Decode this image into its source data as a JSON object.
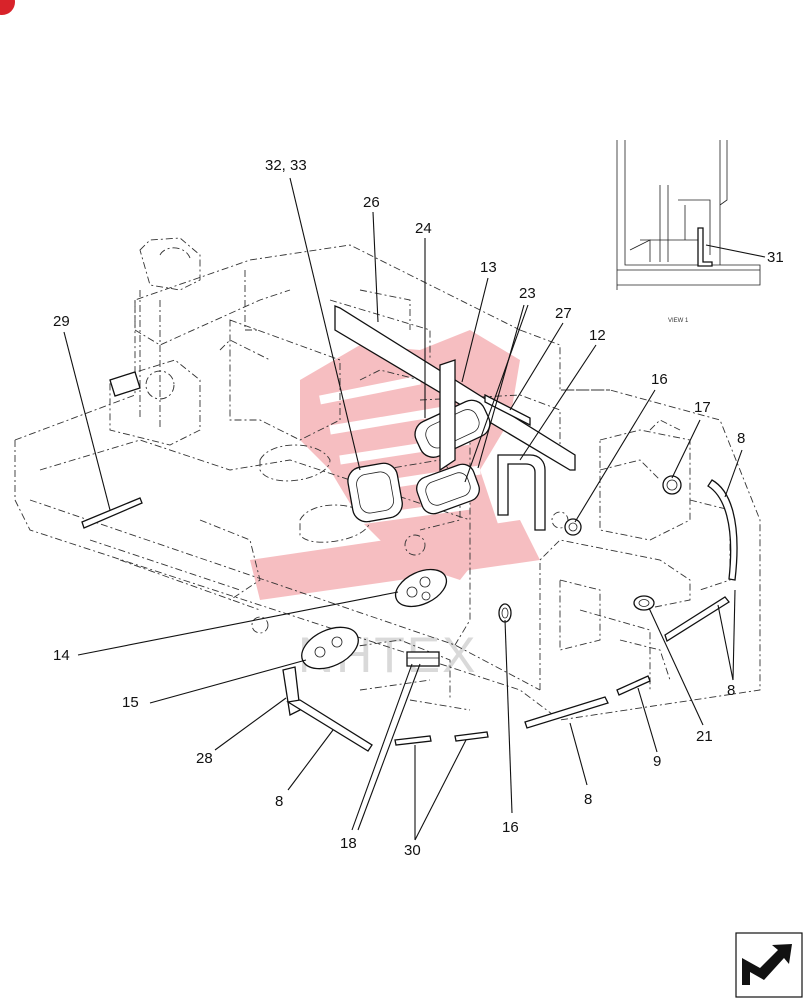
{
  "diagram": {
    "view_label": "VIEW 1",
    "watermark": "NHTEX",
    "callouts": [
      {
        "id": "c-32-33",
        "text": "32, 33"
      },
      {
        "id": "c-26",
        "text": "26"
      },
      {
        "id": "c-24",
        "text": "24"
      },
      {
        "id": "c-13",
        "text": "13"
      },
      {
        "id": "c-23",
        "text": "23"
      },
      {
        "id": "c-27",
        "text": "27"
      },
      {
        "id": "c-12",
        "text": "12"
      },
      {
        "id": "c-29",
        "text": "29"
      },
      {
        "id": "c-16-top",
        "text": "16"
      },
      {
        "id": "c-17",
        "text": "17"
      },
      {
        "id": "c-8-right",
        "text": "8"
      },
      {
        "id": "c-8-right-low",
        "text": "8"
      },
      {
        "id": "c-31",
        "text": "31"
      },
      {
        "id": "c-14",
        "text": "14"
      },
      {
        "id": "c-15",
        "text": "15"
      },
      {
        "id": "c-28",
        "text": "28"
      },
      {
        "id": "c-8-left",
        "text": "8"
      },
      {
        "id": "c-18",
        "text": "18"
      },
      {
        "id": "c-30",
        "text": "30"
      },
      {
        "id": "c-16-bottom",
        "text": "16"
      },
      {
        "id": "c-8-bottom",
        "text": "8"
      },
      {
        "id": "c-9",
        "text": "9"
      },
      {
        "id": "c-21",
        "text": "21"
      }
    ]
  },
  "colors": {
    "line": "#111111",
    "watermark_red": "#f08a8f",
    "badge": "#d8232a"
  },
  "icons": {
    "corner_badge": "red-circle-badge",
    "nav_arrow": "next-page-arrow-icon"
  }
}
